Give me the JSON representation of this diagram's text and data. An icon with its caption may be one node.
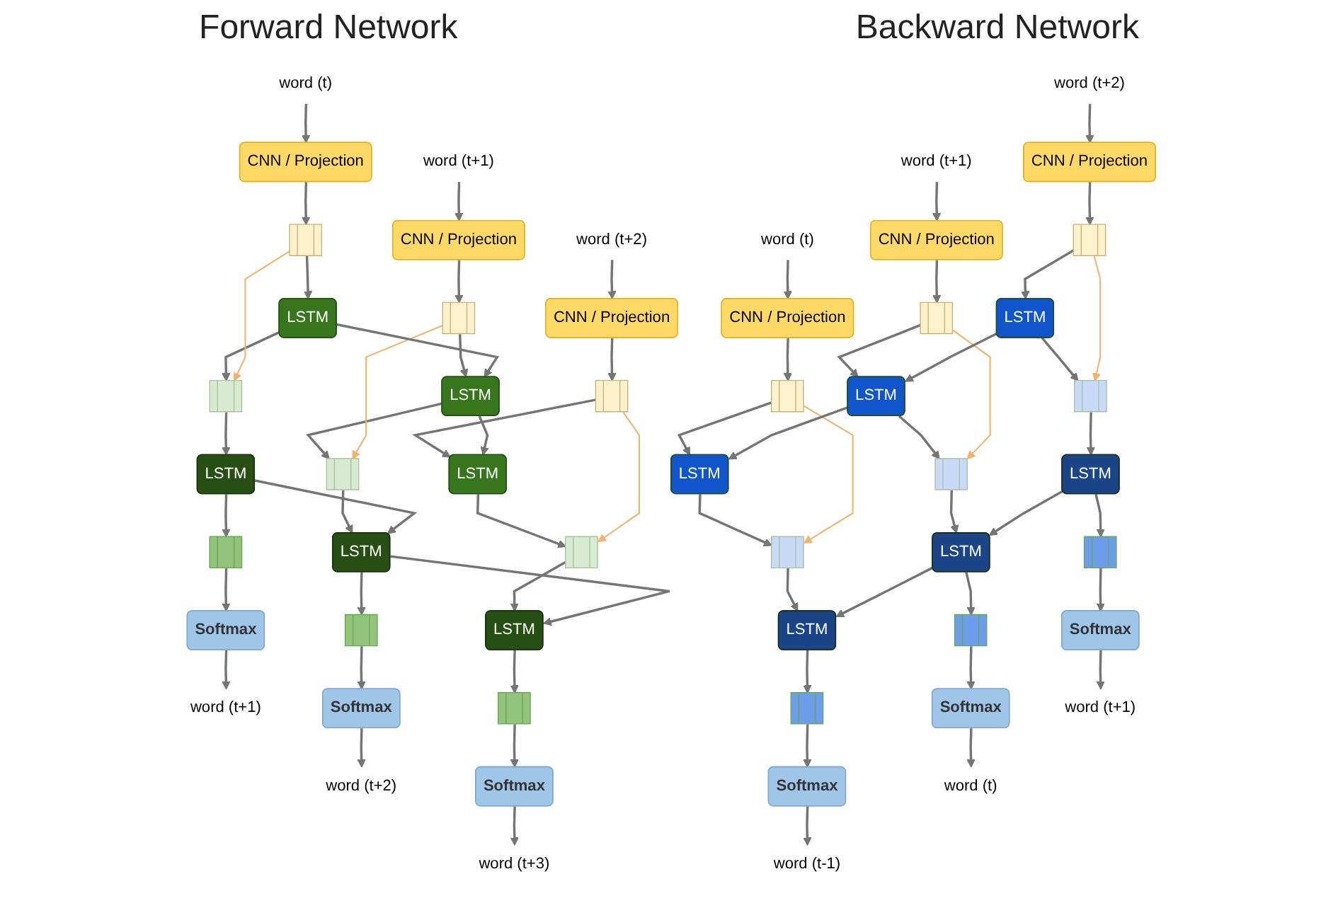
{
  "diagram": {
    "nodes": [
      {
        "text": [
          "word (t)"
        ]
      },
      {
        "text": [
          "CNN / Projection"
        ]
      },
      {
        "text": [],
        "shape": "bar"
      },
      {
        "text": [
          "LSTM"
        ]
      },
      {
        "text": [],
        "shape": "bar"
      },
      {
        "text": [
          "LSTM"
        ]
      },
      {
        "text": [],
        "shape": "bar"
      },
      {
        "text": [
          "Softmax"
        ]
      },
      {
        "text": [
          "word (t+1)"
        ]
      },
      {
        "text": [
          "word (t+1)"
        ]
      },
      {
        "text": [
          "CNN / Projection"
        ]
      },
      {
        "text": [],
        "shape": "bar"
      },
      {
        "text": [
          "LSTM"
        ]
      },
      {
        "text": [],
        "shape": "bar"
      },
      {
        "text": [
          "LSTM"
        ]
      },
      {
        "text": [],
        "shape": "bar"
      },
      {
        "text": [
          "Softmax"
        ]
      },
      {
        "text": [
          "word (t+2)"
        ]
      },
      {
        "text": [
          "word (t+2)"
        ]
      },
      {
        "text": [
          "CNN / Projection"
        ]
      },
      {
        "text": [],
        "shape": "bar"
      },
      {
        "text": [
          "LSTM"
        ]
      },
      {
        "text": [],
        "shape": "bar"
      },
      {
        "text": [
          "LSTM"
        ]
      },
      {
        "text": [],
        "shape": "bar"
      },
      {
        "text": [
          "Softmax"
        ]
      },
      {
        "text": [
          "word (t+3)"
        ]
      },
      {
        "text": [
          "word (t)"
        ]
      },
      {
        "text": [
          "CNN / Projection"
        ]
      },
      {
        "text": [],
        "shape": "bar"
      },
      {
        "text": [
          "LSTM"
        ]
      },
      {
        "text": [],
        "shape": "bar"
      },
      {
        "text": [
          "LSTM"
        ]
      },
      {
        "text": [],
        "shape": "bar"
      },
      {
        "text": [
          "Softmax"
        ]
      },
      {
        "text": [
          "word (t-1)"
        ]
      },
      {
        "text": [
          "word (t+1)"
        ]
      },
      {
        "text": [
          "CNN / Projection"
        ]
      },
      {
        "text": [],
        "shape": "bar"
      },
      {
        "text": [
          "LSTM"
        ]
      },
      {
        "text": [],
        "shape": "bar"
      },
      {
        "text": [
          "LSTM"
        ]
      },
      {
        "text": [],
        "shape": "bar"
      },
      {
        "text": [
          "Softmax"
        ]
      },
      {
        "text": [
          "word (t)"
        ]
      },
      {
        "text": [
          "word (t+2)"
        ]
      },
      {
        "text": [
          "CNN / Projection"
        ]
      },
      {
        "text": [],
        "shape": "bar"
      },
      {
        "text": [
          "LSTM"
        ]
      },
      {
        "text": [],
        "shape": "bar"
      },
      {
        "text": [
          "LSTM"
        ]
      },
      {
        "text": [],
        "shape": "bar"
      },
      {
        "text": [
          "Softmax"
        ]
      },
      {
        "text": [
          "word (t+1)"
        ]
      }
    ],
    "edges": [
      {
        "from": 0,
        "to": 1,
        "arrow": "to"
      },
      {
        "from": 1,
        "to": 2,
        "arrow": "to"
      },
      {
        "from": 2,
        "to": 3,
        "arrow": "to"
      },
      {
        "from": 3,
        "to": 4,
        "arrow": "to"
      },
      {
        "from": 4,
        "to": 5,
        "arrow": "to"
      },
      {
        "from": 5,
        "to": 6,
        "arrow": "to"
      },
      {
        "from": 6,
        "to": 7,
        "arrow": "to"
      },
      {
        "from": 7,
        "to": 8,
        "arrow": "to"
      },
      {
        "from": 2,
        "to": 4,
        "arrow": "to",
        "color": "#f6b26b"
      },
      {
        "from": 9,
        "to": 10,
        "arrow": "to"
      },
      {
        "from": 10,
        "to": 11,
        "arrow": "to"
      },
      {
        "from": 11,
        "to": 12,
        "arrow": "to"
      },
      {
        "from": 12,
        "to": 13,
        "arrow": "to"
      },
      {
        "from": 13,
        "to": 14,
        "arrow": "to"
      },
      {
        "from": 14,
        "to": 15,
        "arrow": "to"
      },
      {
        "from": 15,
        "to": 16,
        "arrow": "to"
      },
      {
        "from": 16,
        "to": 17,
        "arrow": "to"
      },
      {
        "from": 11,
        "to": 13,
        "arrow": "to",
        "color": "#f6b26b"
      },
      {
        "from": 18,
        "to": 19,
        "arrow": "to"
      },
      {
        "from": 19,
        "to": 20,
        "arrow": "to"
      },
      {
        "from": 20,
        "to": 21,
        "arrow": "to"
      },
      {
        "from": 21,
        "to": 22,
        "arrow": "to"
      },
      {
        "from": 22,
        "to": 23,
        "arrow": "to"
      },
      {
        "from": 23,
        "to": 24,
        "arrow": "to"
      },
      {
        "from": 24,
        "to": 25,
        "arrow": "to"
      },
      {
        "from": 25,
        "to": 26,
        "arrow": "to"
      },
      {
        "from": 20,
        "to": 22,
        "arrow": "to",
        "color": "#f6b26b"
      },
      {
        "from": 27,
        "to": 28,
        "arrow": "to"
      },
      {
        "from": 28,
        "to": 29,
        "arrow": "to"
      },
      {
        "from": 29,
        "to": 30,
        "arrow": "to"
      },
      {
        "from": 30,
        "to": 31,
        "arrow": "to"
      },
      {
        "from": 31,
        "to": 32,
        "arrow": "to"
      },
      {
        "from": 32,
        "to": 33,
        "arrow": "to"
      },
      {
        "from": 33,
        "to": 34,
        "arrow": "to"
      },
      {
        "from": 34,
        "to": 35,
        "arrow": "to"
      },
      {
        "from": 29,
        "to": 31,
        "arrow": "to",
        "color": "#f6b26b"
      },
      {
        "from": 36,
        "to": 37,
        "arrow": "to"
      },
      {
        "from": 37,
        "to": 38,
        "arrow": "to"
      },
      {
        "from": 38,
        "to": 39,
        "arrow": "to"
      },
      {
        "from": 39,
        "to": 40,
        "arrow": "to"
      },
      {
        "from": 40,
        "to": 41,
        "arrow": "to"
      },
      {
        "from": 41,
        "to": 42,
        "arrow": "to"
      },
      {
        "from": 42,
        "to": 43,
        "arrow": "to"
      },
      {
        "from": 43,
        "to": 44,
        "arrow": "to"
      },
      {
        "from": 38,
        "to": 40,
        "arrow": "to",
        "color": "#f6b26b"
      },
      {
        "from": 45,
        "to": 46,
        "arrow": "to"
      },
      {
        "from": 46,
        "to": 47,
        "arrow": "to"
      },
      {
        "from": 47,
        "to": 48,
        "arrow": "to"
      },
      {
        "from": 48,
        "to": 49,
        "arrow": "to"
      },
      {
        "from": 49,
        "to": 50,
        "arrow": "to"
      },
      {
        "from": 50,
        "to": 51,
        "arrow": "to"
      },
      {
        "from": 51,
        "to": 52,
        "arrow": "to"
      },
      {
        "from": 52,
        "to": 53,
        "arrow": "to"
      },
      {
        "from": 47,
        "to": 49,
        "arrow": "to",
        "color": "#f6b26b"
      },
      {
        "from": 3,
        "to": 12,
        "arrow": "to"
      },
      {
        "from": 12,
        "to": 21,
        "arrow": "to"
      },
      {
        "from": 5,
        "to": 14,
        "arrow": "to"
      },
      {
        "from": 14,
        "to": 23,
        "arrow": "to"
      },
      {
        "from": 48,
        "to": 39,
        "arrow": "to"
      },
      {
        "from": 39,
        "to": 30,
        "arrow": "to"
      },
      {
        "from": 50,
        "to": 41,
        "arrow": "to"
      },
      {
        "from": 41,
        "to": 32,
        "arrow": "to"
      }
    ],
    "labels": [
      "Forward Network",
      "Backward Network"
    ]
  }
}
